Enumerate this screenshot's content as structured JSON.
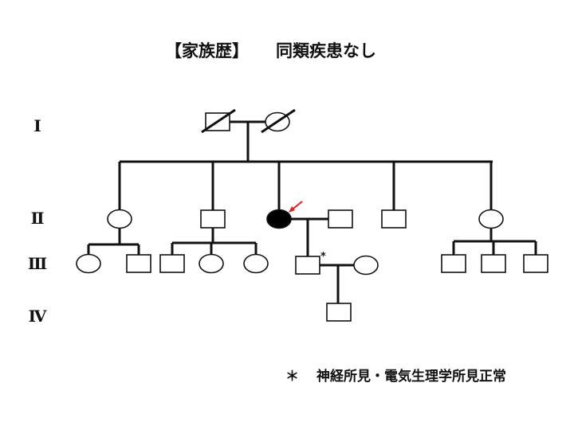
{
  "title": {
    "label": "【家族歴】",
    "text": "同類疾患なし"
  },
  "generations": [
    "Ⅰ",
    "Ⅱ",
    "Ⅲ",
    "Ⅳ"
  ],
  "footnote": {
    "marker": "＊",
    "text": "神経所見・電気生理学所見正常"
  },
  "colors": {
    "line": "#111111",
    "affected_fill": "#000000",
    "proband_arrow": "#e02020"
  },
  "individuals": [
    {
      "id": "I-1",
      "generation": "Ⅰ",
      "sex": "male",
      "deceased": true,
      "affected": false
    },
    {
      "id": "I-2",
      "generation": "Ⅰ",
      "sex": "female",
      "deceased": true,
      "affected": false
    },
    {
      "id": "II-1",
      "generation": "Ⅱ",
      "sex": "female",
      "affected": false
    },
    {
      "id": "II-2",
      "generation": "Ⅱ",
      "sex": "male",
      "affected": false
    },
    {
      "id": "II-3",
      "generation": "Ⅱ",
      "sex": "female",
      "affected": true,
      "proband": true
    },
    {
      "id": "II-3-spouse",
      "generation": "Ⅱ",
      "sex": "male",
      "affected": false
    },
    {
      "id": "II-4",
      "generation": "Ⅱ",
      "sex": "male",
      "affected": false
    },
    {
      "id": "II-5",
      "generation": "Ⅱ",
      "sex": "female",
      "affected": false
    },
    {
      "id": "III-1",
      "generation": "Ⅲ",
      "sex": "female",
      "affected": false
    },
    {
      "id": "III-2",
      "generation": "Ⅲ",
      "sex": "male",
      "affected": false
    },
    {
      "id": "III-3",
      "generation": "Ⅲ",
      "sex": "male",
      "affected": false
    },
    {
      "id": "III-4",
      "generation": "Ⅲ",
      "sex": "female",
      "affected": false
    },
    {
      "id": "III-5",
      "generation": "Ⅲ",
      "sex": "female",
      "affected": false
    },
    {
      "id": "III-6",
      "generation": "Ⅲ",
      "sex": "male",
      "affected": false,
      "annotated": "＊"
    },
    {
      "id": "III-6-spouse",
      "generation": "Ⅲ",
      "sex": "female",
      "affected": false
    },
    {
      "id": "III-7",
      "generation": "Ⅲ",
      "sex": "male",
      "affected": false
    },
    {
      "id": "III-8",
      "generation": "Ⅲ",
      "sex": "male",
      "affected": false
    },
    {
      "id": "III-9",
      "generation": "Ⅲ",
      "sex": "male",
      "affected": false
    },
    {
      "id": "IV-1",
      "generation": "Ⅳ",
      "sex": "male",
      "affected": false
    }
  ],
  "relationships": [
    {
      "couple": [
        "I-1",
        "I-2"
      ],
      "children": [
        "II-1",
        "II-2",
        "II-3",
        "II-4",
        "II-5"
      ]
    },
    {
      "parent": "II-1",
      "children": [
        "III-1",
        "III-2"
      ]
    },
    {
      "parent": "II-2",
      "children": [
        "III-3",
        "III-4",
        "III-5"
      ]
    },
    {
      "couple": [
        "II-3",
        "II-3-spouse"
      ],
      "children": [
        "III-6"
      ]
    },
    {
      "parent": "II-5",
      "children": [
        "III-7",
        "III-8",
        "III-9"
      ]
    },
    {
      "couple": [
        "III-6",
        "III-6-spouse"
      ],
      "children": [
        "IV-1"
      ]
    }
  ]
}
